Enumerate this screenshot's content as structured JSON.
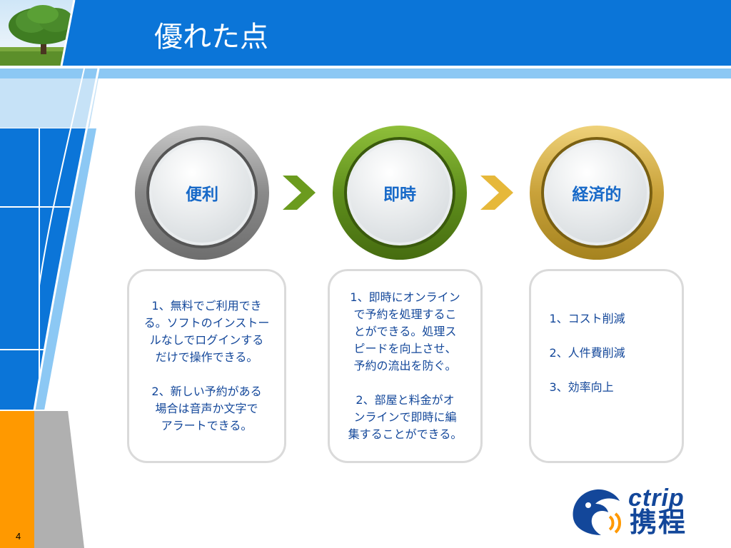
{
  "slide": {
    "title": "優れた点",
    "page_number": "4"
  },
  "features": [
    {
      "label": "便利",
      "ring_color": "gray"
    },
    {
      "label": "即時",
      "ring_color": "green"
    },
    {
      "label": "経済的",
      "ring_color": "gold"
    }
  ],
  "cards": [
    {
      "paragraphs": [
        "1、無料でご利用でき\nる。ソフトのインストー\nルなしでログインする\nだけで操作できる。",
        "2、新しい予約がある\n場合は音声か文字で\nアラートできる。"
      ]
    },
    {
      "paragraphs": [
        "1、即時にオンライン\nで予約を処理するこ\nとができる。処理ス\nピードを向上させ、\n予約の流出を防ぐ。",
        "2、部屋と料金がオ\nンラインで即時に編\n集することができる。"
      ]
    },
    {
      "paragraphs": [
        "1、コスト削減",
        "2、人件費削減",
        "3、効率向上"
      ]
    }
  ],
  "logo": {
    "word": "ctrip",
    "chinese": "携程"
  },
  "colors": {
    "header_blue": "#0b75d8",
    "light_blue": "#8cc8f4",
    "text_blue": "#13479a",
    "label_blue": "#1769c8",
    "orange": "#ff9900",
    "green_chevron": "#6b9b1e",
    "gold_chevron": "#e6b83a"
  },
  "icons": [
    "tree-image",
    "chevron-right-icon",
    "dolphin-logo-icon"
  ]
}
